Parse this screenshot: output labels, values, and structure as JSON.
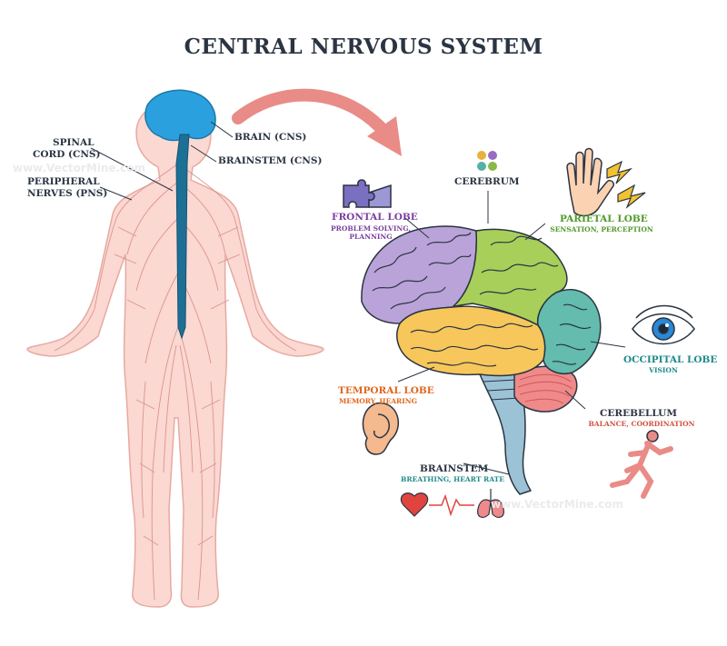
{
  "title": "CENTRAL NERVOUS SYSTEM",
  "body_labels": {
    "brain": "BRAIN (CNS)",
    "brainstem": "BRAINSTEM (CNS)",
    "spinal_cord_1": "SPINAL",
    "spinal_cord_2": "CORD (CNS)",
    "peripheral_1": "PERIPHERAL",
    "peripheral_2": "NERVES (PNS)"
  },
  "brain_regions": {
    "cerebrum": {
      "name": "CEREBRUM"
    },
    "frontal": {
      "name": "FRONTAL LOBE",
      "desc_1": "PROBLEM SOLVING,",
      "desc_2": "PLANNING",
      "color": "#7b3fa0"
    },
    "parietal": {
      "name": "PARIETAL LOBE",
      "desc": "SENSATION, PERCEPTION",
      "color": "#4f9a2a"
    },
    "occipital": {
      "name": "OCCIPITAL LOBE",
      "desc": "VISION",
      "color": "#1f8a8a"
    },
    "temporal": {
      "name": "TEMPORAL LOBE",
      "desc": "MEMORY, HEARING",
      "color": "#e0661c"
    },
    "cerebellum": {
      "name": "CEREBELLUM",
      "desc": "BALANCE, COORDINATION",
      "color": "#d0503f"
    },
    "brainstem": {
      "name": "BRAINSTEM",
      "desc": "BREATHING, HEART RATE",
      "color": "#1f8a8a"
    }
  },
  "colors": {
    "body_fill": "#fbd8d2",
    "nerve": "#d98d86",
    "cns_blue": "#2aa1de",
    "spinal": "#1d6f95",
    "arrow": "#e98b86",
    "frontal_fill": "#b9a3d8",
    "parietal_fill": "#a8cf5a",
    "occipital_fill": "#63bcae",
    "temporal_fill": "#f7c75b",
    "cerebellum_fill": "#f08a8a",
    "brainstem_fill": "#9cc2d6"
  },
  "watermark": "www.VectorMine.com"
}
